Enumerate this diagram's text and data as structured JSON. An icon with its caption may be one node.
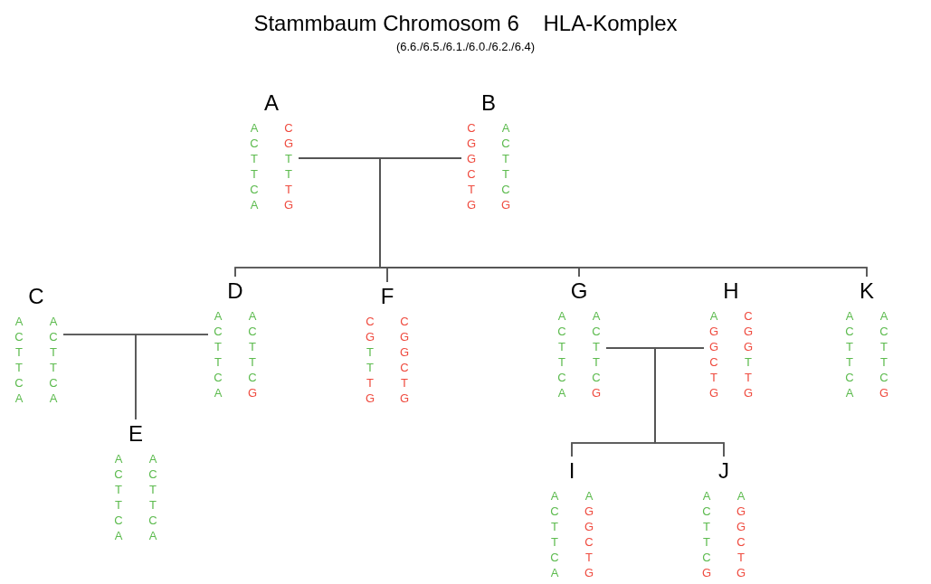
{
  "diagram": {
    "title": "Stammbaum Chromosom 6    HLA-Komplex",
    "caption": "(6.6./6.5./6.1./6.0./6.2./6.4)",
    "nodes": [
      {
        "text": [
          "A",
          "A C T T C A",
          "C G T T T G"
        ]
      },
      {
        "text": [
          "B",
          "C G G C T G",
          "A C T T C G"
        ]
      },
      {
        "text": [
          "C",
          "A C T T C A",
          "A C T T C A"
        ]
      },
      {
        "text": [
          "D",
          "A C T T C A",
          "A C T T C G"
        ]
      },
      {
        "text": [
          "F",
          "C G T T T G",
          "C G G C T G"
        ]
      },
      {
        "text": [
          "G",
          "A C T T C A",
          "A C T T C G"
        ]
      },
      {
        "text": [
          "H",
          "A G G C T G",
          "C G G T T G"
        ]
      },
      {
        "text": [
          "K",
          "A C T T C A",
          "A C T T C G"
        ]
      },
      {
        "text": [
          "E",
          "A C T T C A",
          "A C T T C A"
        ]
      },
      {
        "text": [
          "I",
          "A C T T C A",
          "A G G C T G"
        ]
      },
      {
        "text": [
          "J",
          "A C T T C G",
          "A G G C T G"
        ]
      }
    ],
    "edges": [
      {
        "from": 0,
        "to": 1,
        "arrow": "none"
      },
      {
        "from": 0,
        "to": 3,
        "arrow": "none"
      },
      {
        "from": 1,
        "to": 3,
        "arrow": "none"
      },
      {
        "from": 0,
        "to": 4,
        "arrow": "none"
      },
      {
        "from": 1,
        "to": 4,
        "arrow": "none"
      },
      {
        "from": 0,
        "to": 5,
        "arrow": "none"
      },
      {
        "from": 1,
        "to": 5,
        "arrow": "none"
      },
      {
        "from": 0,
        "to": 7,
        "arrow": "none"
      },
      {
        "from": 1,
        "to": 7,
        "arrow": "none"
      },
      {
        "from": 2,
        "to": 3,
        "arrow": "none"
      },
      {
        "from": 2,
        "to": 8,
        "arrow": "none"
      },
      {
        "from": 3,
        "to": 8,
        "arrow": "none"
      },
      {
        "from": 5,
        "to": 6,
        "arrow": "none"
      },
      {
        "from": 5,
        "to": 9,
        "arrow": "none"
      },
      {
        "from": 6,
        "to": 9,
        "arrow": "none"
      },
      {
        "from": 5,
        "to": 10,
        "arrow": "none"
      },
      {
        "from": 6,
        "to": 10,
        "arrow": "none"
      }
    ]
  }
}
